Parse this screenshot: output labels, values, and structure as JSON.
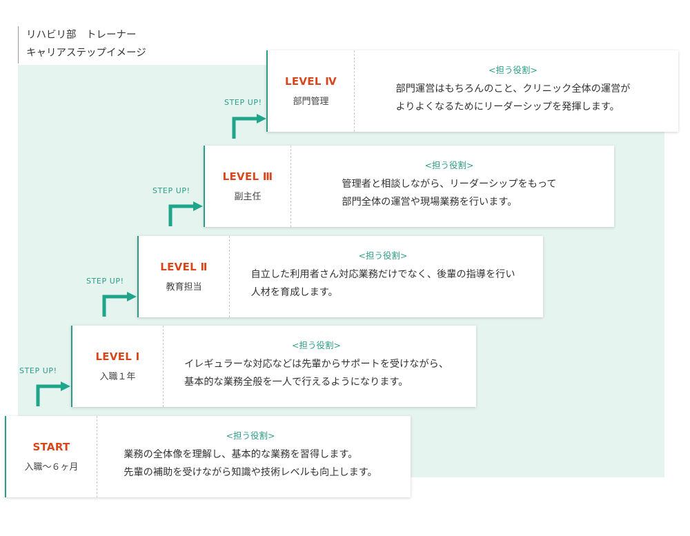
{
  "heading": {
    "line1": "リハビリ部　トレーナー",
    "line2": "キャリアステップイメージ"
  },
  "colors": {
    "accent_green": "#2a9d86",
    "level_orange": "#d9461b",
    "panel_bg": "#e6f4f0"
  },
  "step_label": "STEP UP!",
  "role_label": "<担う役割>",
  "levels": [
    {
      "name": "START",
      "sub": "入職〜６ヶ月",
      "line1": "業務の全体像を理解し、基本的な業務を習得します。",
      "line2": "先輩の補助を受けながら知識や技術レベルも向上します。"
    },
    {
      "name": "LEVEL Ⅰ",
      "sub": "入職１年",
      "line1": "イレギュラーな対応などは先輩からサポートを受けながら、",
      "line2": "基本的な業務全般を一人で行えるようになります。"
    },
    {
      "name": "LEVEL Ⅱ",
      "sub": "教育担当",
      "line1": "自立した利用者さん対応業務だけでなく、後輩の指導を行い",
      "line2": "人材を育成します。"
    },
    {
      "name": "LEVEL Ⅲ",
      "sub": "副主任",
      "line1": "管理者と相談しながら、リーダーシップをもって",
      "line2": "部門全体の運営や現場業務を行います。"
    },
    {
      "name": "LEVEL Ⅳ",
      "sub": "部門管理",
      "line1": "部門運営はもちろんのこと、クリニック全体の運営が",
      "line2": "よりよくなるためにリーダーシップを発揮します。"
    }
  ]
}
